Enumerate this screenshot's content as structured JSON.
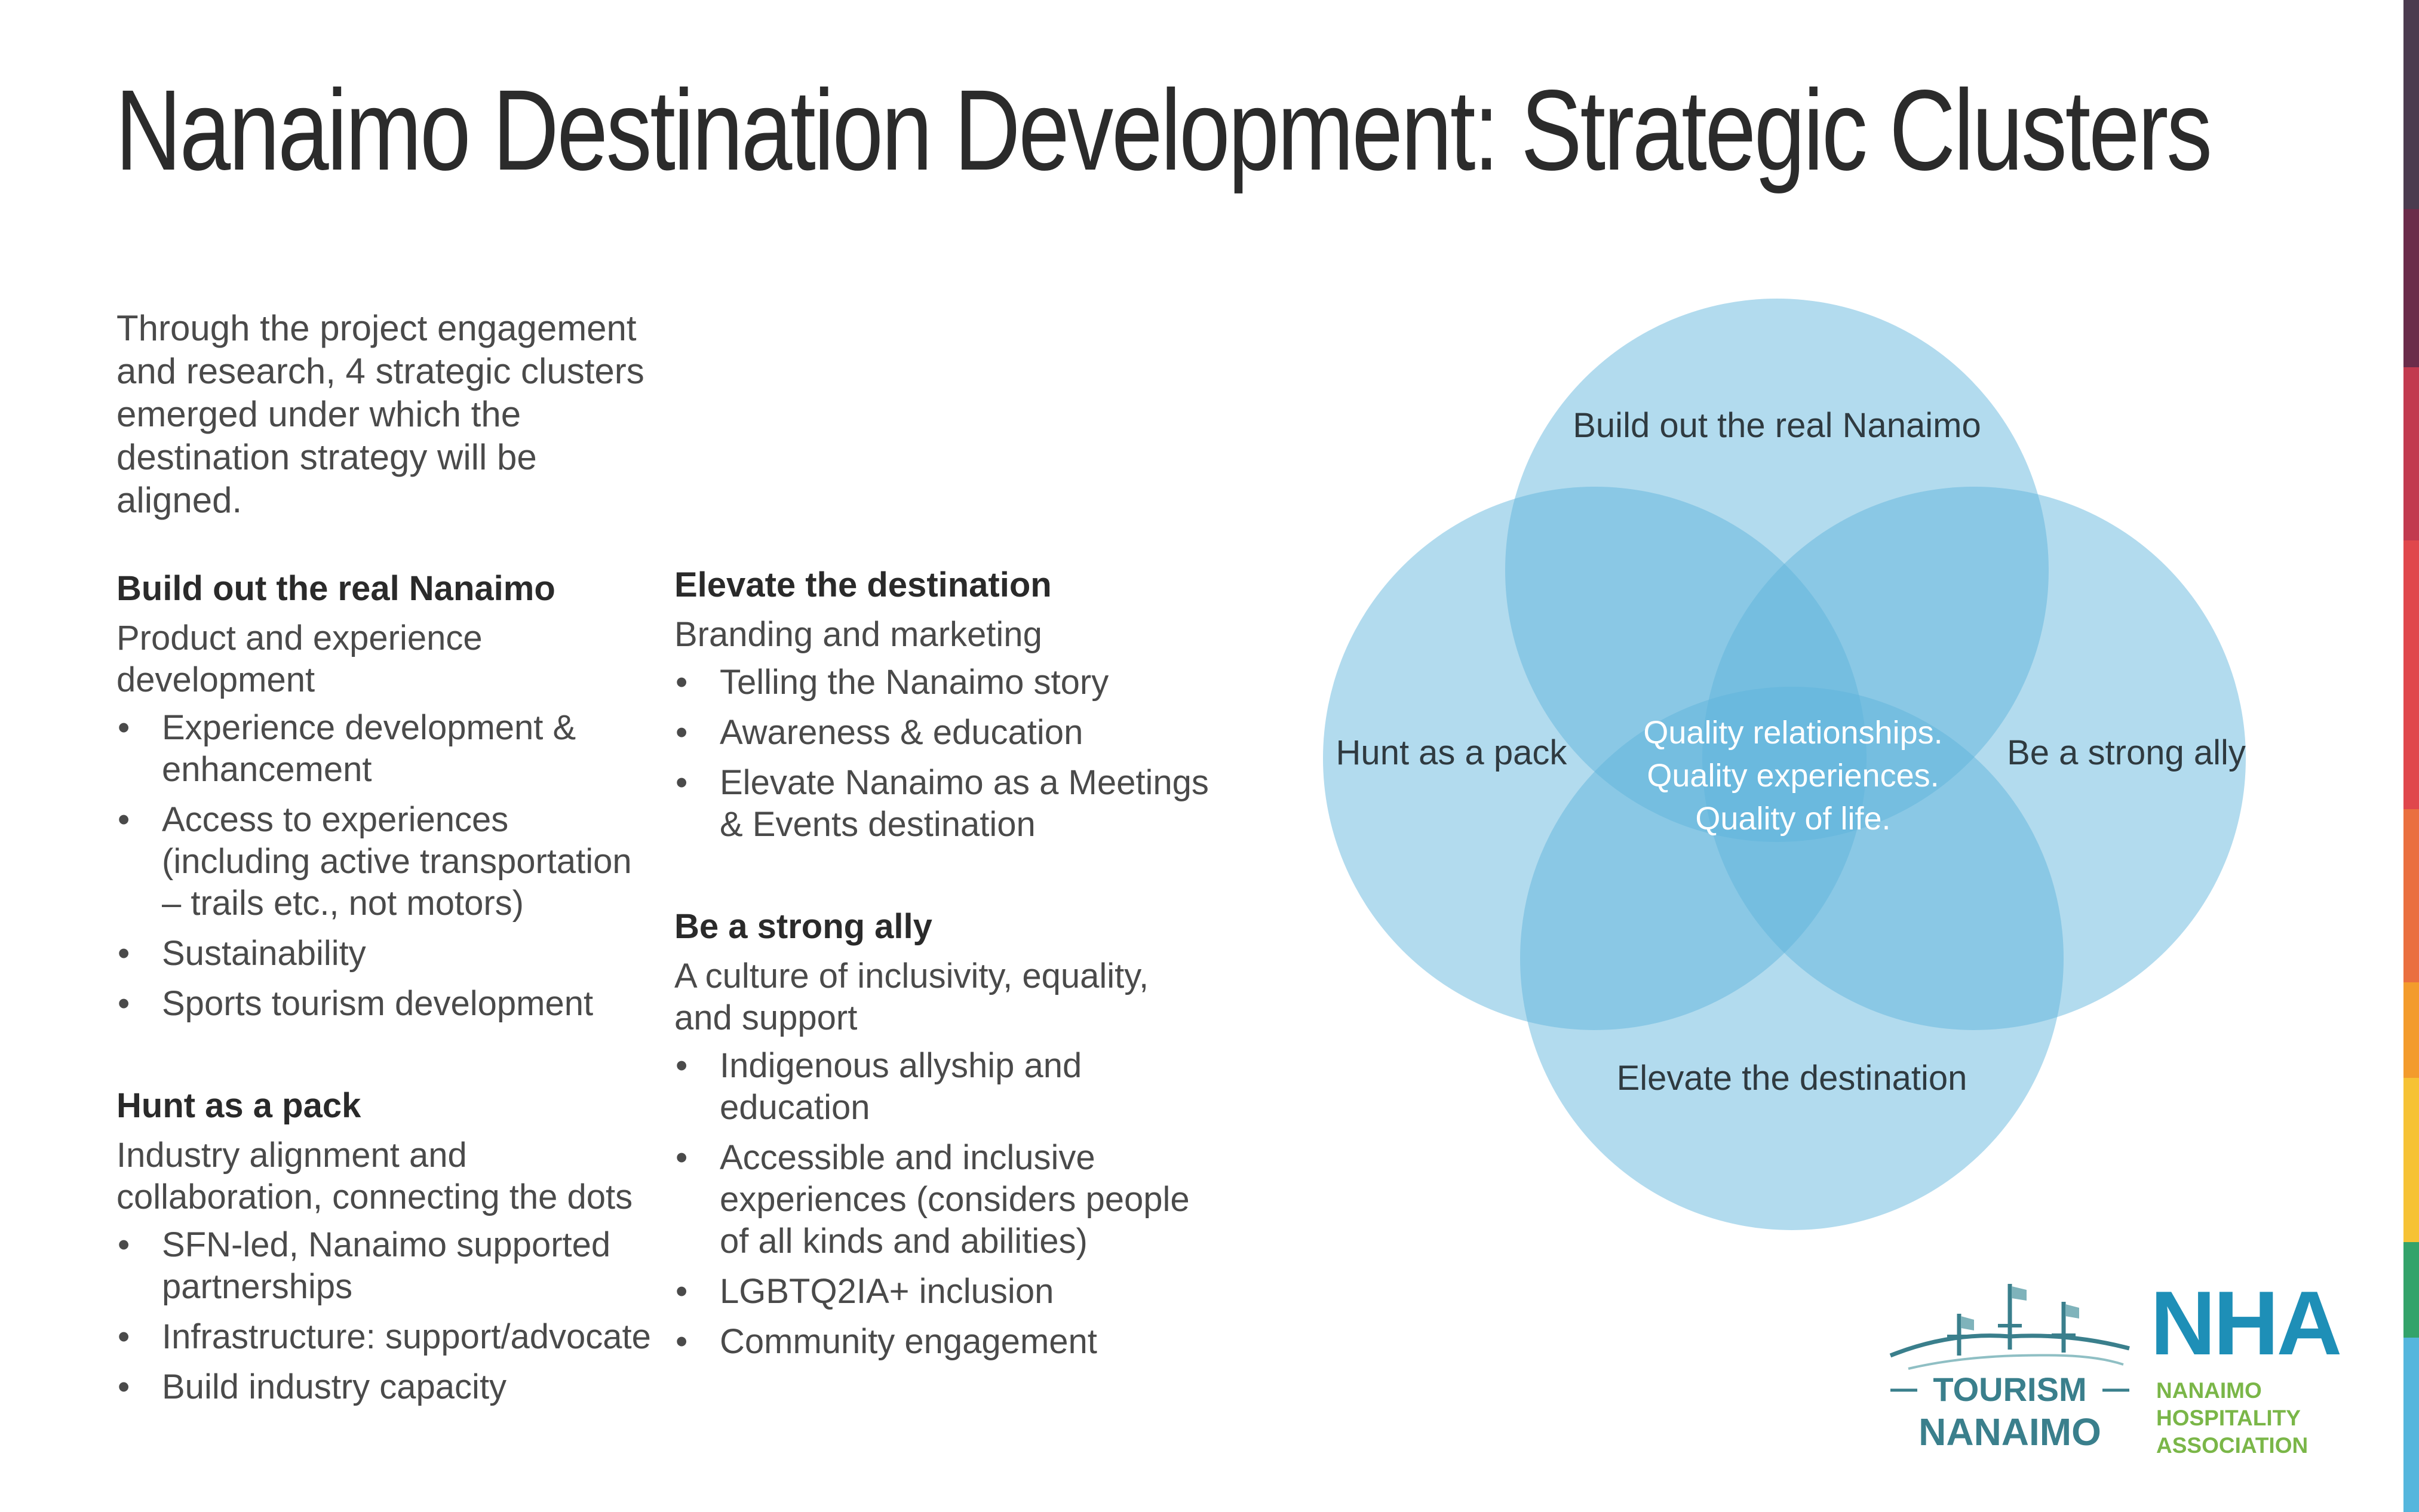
{
  "title": "Nanaimo Destination Development: Strategic Clusters",
  "intro": "Through the project engagement and research, 4 strategic clusters emerged under which the destination strategy will be aligned.",
  "clusters": {
    "build": {
      "heading": "Build out the real Nanaimo",
      "subtitle": "Product and experience development",
      "bullets": [
        "Experience development & enhancement",
        "Access to experiences (including active transportation – trails etc., not motors)",
        "Sustainability",
        "Sports tourism development"
      ]
    },
    "hunt": {
      "heading": "Hunt as a pack",
      "subtitle": "Industry alignment and collaboration, connecting the dots",
      "bullets": [
        "SFN-led, Nanaimo supported partnerships",
        "Infrastructure: support/advocate",
        "Build industry capacity"
      ]
    },
    "elevate": {
      "heading": "Elevate the destination",
      "subtitle": "Branding and marketing",
      "bullets": [
        "Telling the Nanaimo story",
        "Awareness & education",
        "Elevate Nanaimo as a Meetings & Events destination"
      ]
    },
    "ally": {
      "heading": "Be a strong ally",
      "subtitle": "A culture of inclusivity, equality, and support",
      "bullets": [
        "Indigenous allyship and education",
        "Accessible and inclusive experiences (considers people of all kinds and abilities)",
        "LGBTQ2IA+ inclusion",
        "Community engagement"
      ]
    }
  },
  "diagram": {
    "top_label": "Build out the real Nanaimo",
    "left_label": "Hunt as a pack",
    "right_label": "Be a strong ally",
    "bottom_label": "Elevate the destination",
    "center_lines": [
      "Quality relationships.",
      "Quality experiences.",
      "Quality of life."
    ],
    "circle_color": "#5fb4dc"
  },
  "bullet_symbol": "•",
  "logos": {
    "tourism_top": "TOURISM",
    "tourism_bottom": "NANAIMO",
    "nha_short": "NHA",
    "nha_lines": [
      "NANAIMO",
      "HOSPITALITY",
      "ASSOCIATION"
    ]
  },
  "brand_colors": {
    "tourism_teal": "#3a7f8c",
    "nha_blue": "#1e8fb7",
    "nha_green": "#7ab648",
    "stripes": [
      "#4b3b4f",
      "#6b2c4a",
      "#c23a4f",
      "#e0474c",
      "#ea6f3f",
      "#f39b2c",
      "#f6c235",
      "#33a36a",
      "#54b6dd"
    ]
  }
}
